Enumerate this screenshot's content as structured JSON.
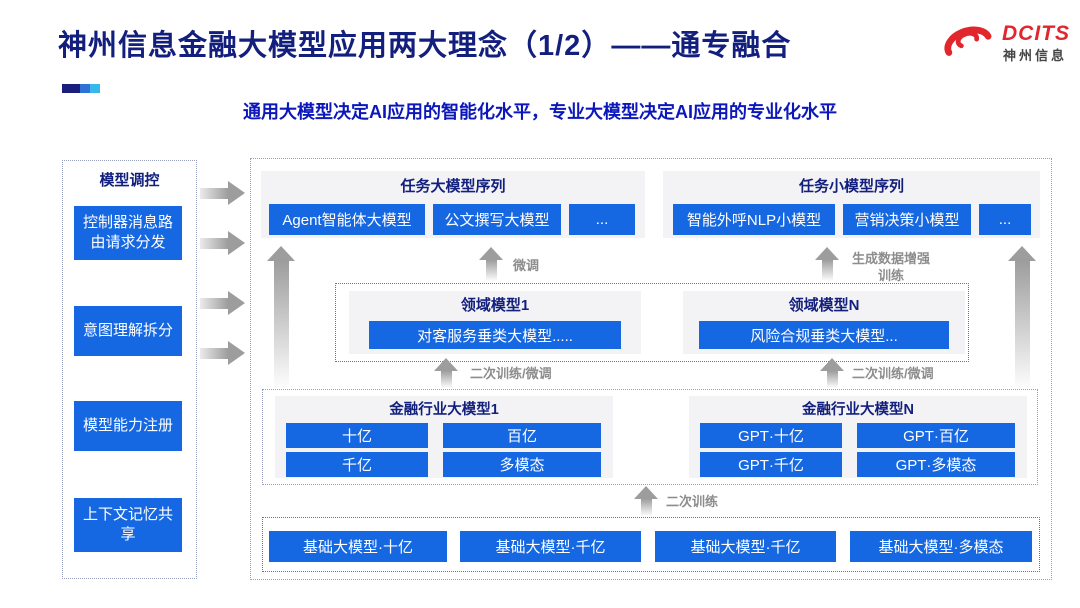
{
  "header": {
    "title": "神州信息金融大模型应用两大理念（1/2）——通专融合",
    "subtitle": "通用大模型决定AI应用的智能化水平，专业大模型决定AI应用的专业化水平",
    "logo": {
      "brand": "DCITS",
      "brand_cn": "神州信息"
    }
  },
  "sidebar": {
    "title": "模型调控",
    "items": [
      "控制器消息路由请求分发",
      "意图理解拆分",
      "模型能力注册",
      "上下文记忆共享"
    ]
  },
  "diagram": {
    "task_large": {
      "title": "任务大模型序列",
      "boxes": [
        "Agent智能体大模型",
        "公文撰写大模型",
        "..."
      ]
    },
    "task_small": {
      "title": "任务小模型序列",
      "boxes": [
        "智能外呼NLP小模型",
        "营销决策小模型",
        "..."
      ]
    },
    "labels": {
      "finetune": "微调",
      "gen_data_train": "生成数据增强训练",
      "second_train_finetune_left": "二次训练/微调",
      "second_train_finetune_right": "二次训练/微调",
      "second_train": "二次训练"
    },
    "domain": [
      {
        "title": "领域模型1",
        "box": "对客服务垂类大模型....."
      },
      {
        "title": "领域模型N",
        "box": "风险合规垂类大模型..."
      }
    ],
    "industry": [
      {
        "title": "金融行业大模型1",
        "boxes": [
          "十亿",
          "百亿",
          "千亿",
          "多模态"
        ]
      },
      {
        "title": "金融行业大模型N",
        "boxes": [
          "GPT·十亿",
          "GPT·百亿",
          "GPT·千亿",
          "GPT·多模态"
        ]
      }
    ],
    "base_models": [
      "基础大模型·十亿",
      "基础大模型·千亿",
      "基础大模型·千亿",
      "基础大模型·多模态"
    ]
  },
  "colors": {
    "accent_blue": "#1567e2",
    "title_navy": "#131f7d",
    "subtitle_blue": "#0c17bb",
    "logo_red": "#e2262e"
  }
}
